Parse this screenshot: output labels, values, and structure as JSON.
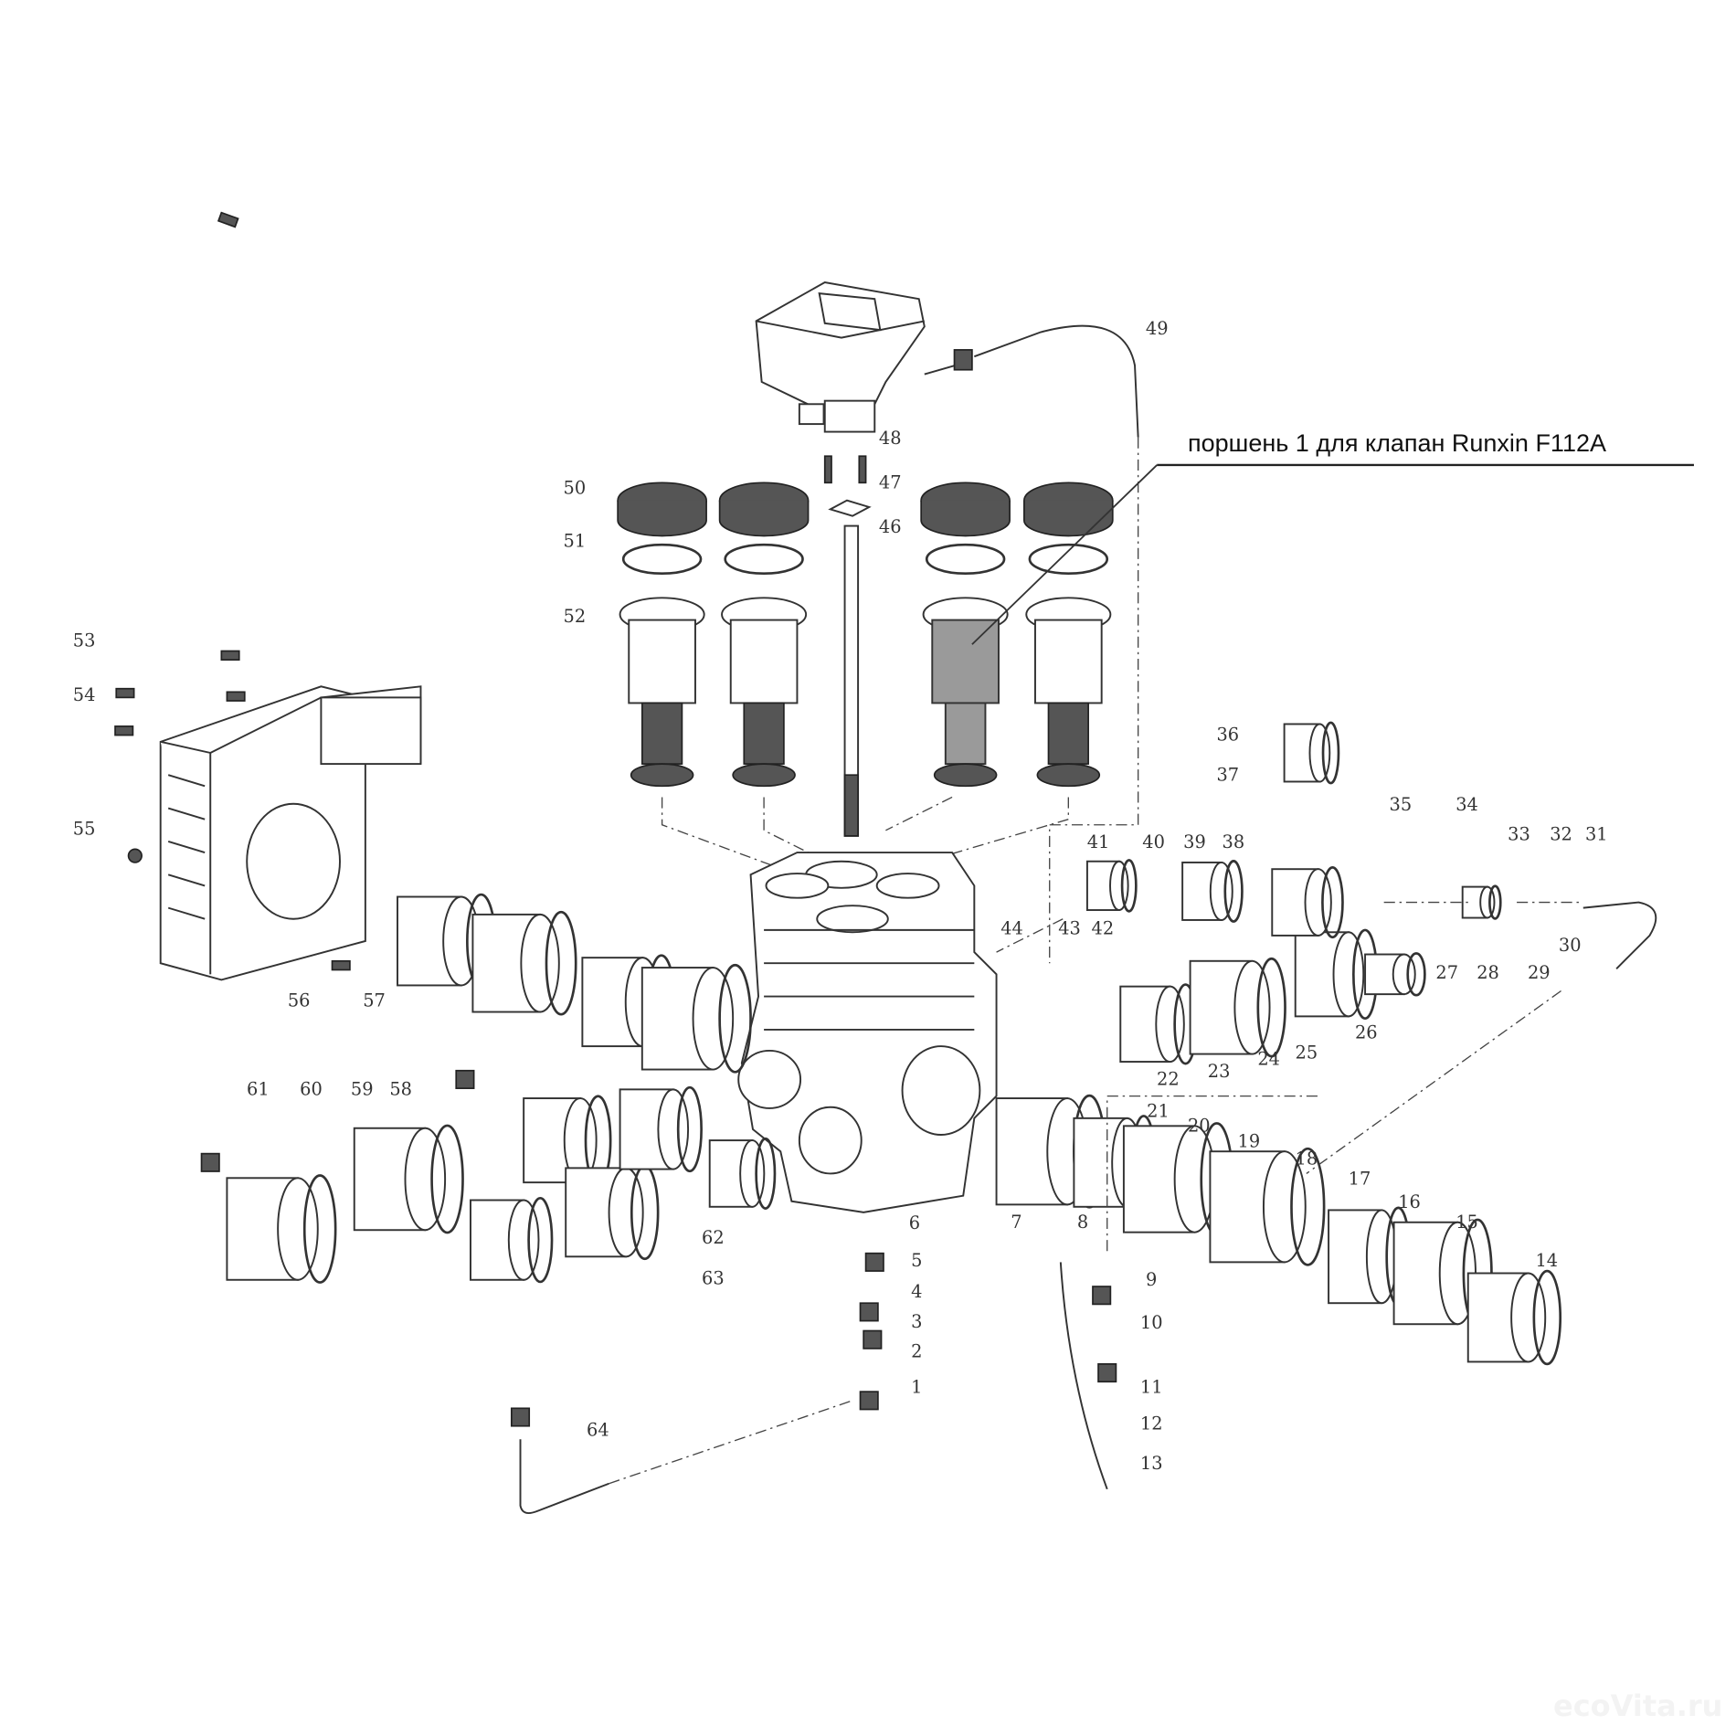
{
  "callout": {
    "text": "поршень 1 для клапан Runxin F112A"
  },
  "watermark": "ecoVita.ru",
  "part_numbers": [
    "1",
    "2",
    "3",
    "4",
    "5",
    "6",
    "7",
    "8",
    "9",
    "10",
    "11",
    "12",
    "13",
    "14",
    "15",
    "16",
    "17",
    "18",
    "19",
    "20",
    "21",
    "22",
    "23",
    "24",
    "25",
    "26",
    "27",
    "28",
    "29",
    "30",
    "31",
    "32",
    "33",
    "34",
    "35",
    "36",
    "37",
    "38",
    "39",
    "40",
    "41",
    "42",
    "43",
    "44",
    "46",
    "47",
    "48",
    "49",
    "50",
    "51",
    "52",
    "53",
    "54",
    "55",
    "56",
    "57",
    "58",
    "59",
    "60",
    "61",
    "62",
    "63",
    "64"
  ],
  "colors": {
    "line": "#333333",
    "highlight": "#9a9a9a"
  }
}
